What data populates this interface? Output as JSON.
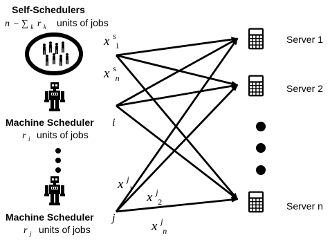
{
  "self_group": {
    "title": "Self-Schedulers",
    "units_label": "units of jobs",
    "formula_n": "n",
    "formula_minus_sum": "− ∑",
    "formula_k": "k",
    "formula_r": "r",
    "formula_rk": "k"
  },
  "machine_i": {
    "title": "Machine Scheduler",
    "var": "r",
    "var_sub": "i",
    "units_label": "units of jobs",
    "index": "i"
  },
  "machine_j": {
    "title": "Machine Scheduler",
    "var": "r",
    "var_sub": "j",
    "units_label": "units of jobs",
    "index": "j"
  },
  "servers": [
    {
      "label": "Server 1"
    },
    {
      "label": "Server 2"
    },
    {
      "label": "Server n"
    }
  ],
  "flow_labels": {
    "xs1": {
      "base": "x",
      "sup": "s",
      "sub": "1"
    },
    "xsn": {
      "base": "x",
      "sup": "s",
      "sub": "n"
    },
    "xj1": {
      "base": "x",
      "sup": "j",
      "sub": "1"
    },
    "xj2": {
      "base": "x",
      "sup": "j",
      "sub": "2"
    },
    "xjn": {
      "base": "x",
      "sup": "j",
      "sub": "n"
    }
  },
  "icons": {
    "crowd": "people-crowd-icon",
    "robot": "robot-icon",
    "server": "calculator-server-icon",
    "ellipsis": "vertical-ellipsis-icon"
  }
}
